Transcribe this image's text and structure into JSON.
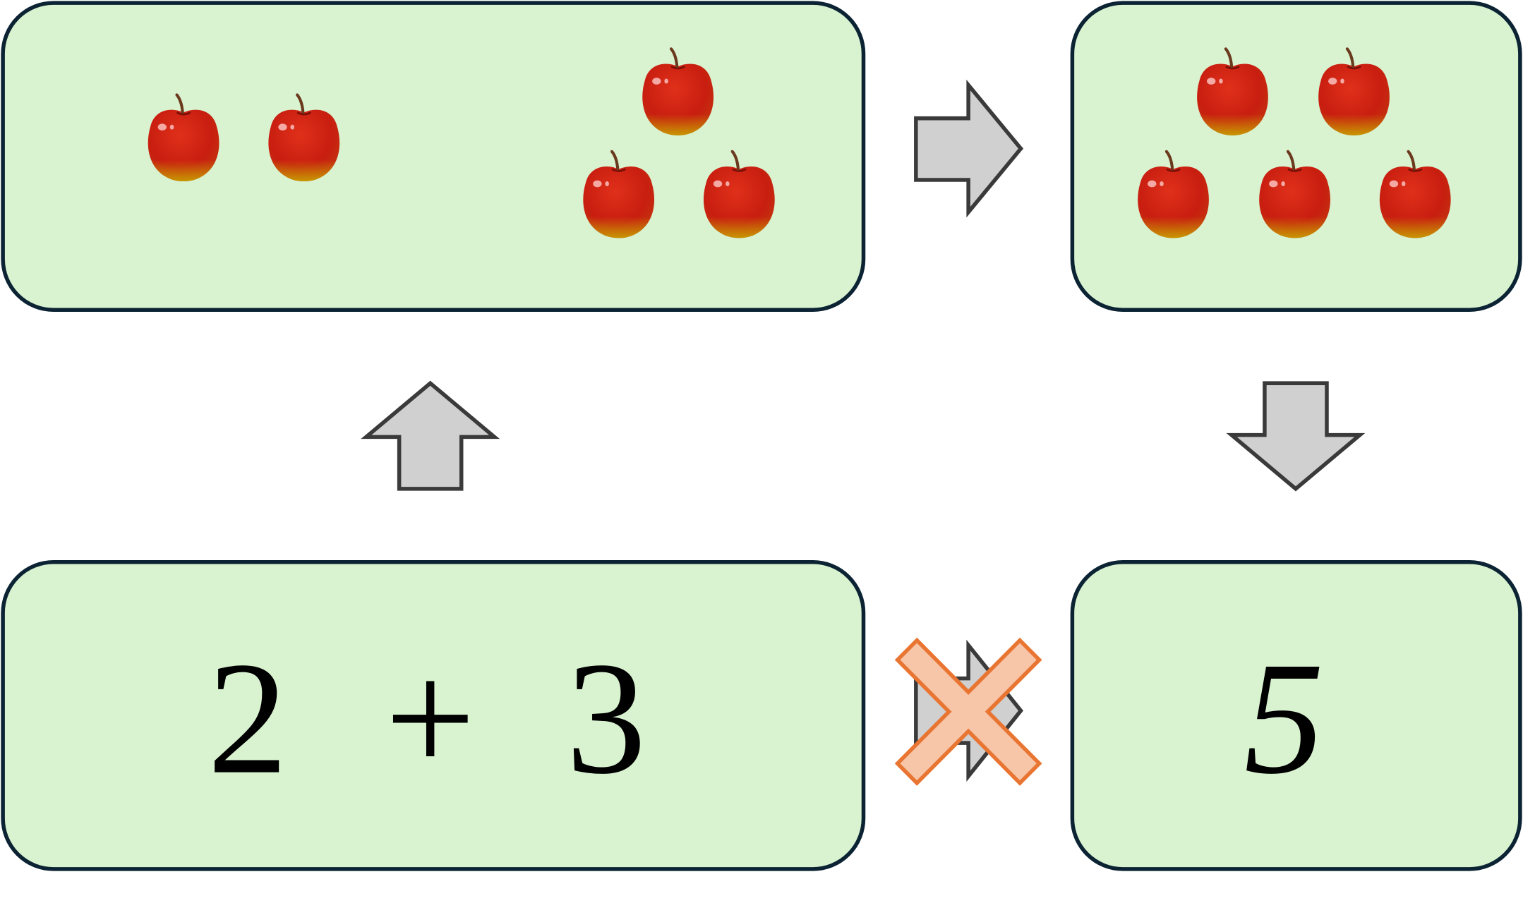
{
  "diagram": {
    "title": "",
    "colors": {
      "box_fill": "#D9F2D0",
      "box_stroke": "#0B2333",
      "arrow_fill": "#D0D0D0",
      "arrow_stroke": "#3A3A3A",
      "cross_fill": "#F7C6A9",
      "cross_stroke": "#E97532",
      "apple": "#D42615"
    },
    "panels": {
      "separate_apples": {
        "left_group_count": 2,
        "right_group_count": 3
      },
      "combined_apples": {
        "count": 5
      },
      "equation": {
        "left_operand": "2",
        "operator": "+",
        "right_operand": "3"
      },
      "result": {
        "value": "5"
      }
    },
    "edges": [
      {
        "from": "equation",
        "to": "separate_apples",
        "direction": "up",
        "valid": true
      },
      {
        "from": "separate_apples",
        "to": "combined_apples",
        "direction": "right",
        "valid": true
      },
      {
        "from": "combined_apples",
        "to": "result",
        "direction": "down",
        "valid": true
      },
      {
        "from": "equation",
        "to": "result",
        "direction": "right",
        "valid": false,
        "mark": "cross-icon"
      }
    ]
  }
}
